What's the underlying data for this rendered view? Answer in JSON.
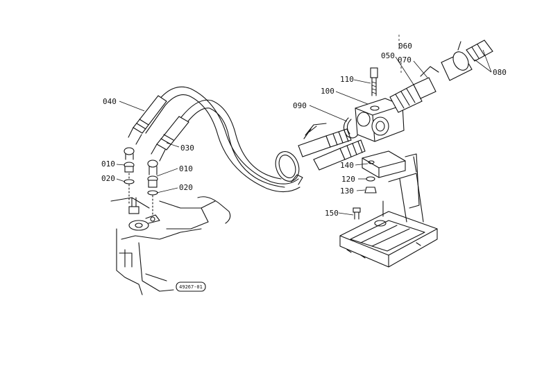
{
  "callouts": [
    {
      "id": "010",
      "label": "010"
    },
    {
      "id": "020",
      "label": "020"
    },
    {
      "id": "040",
      "label": "040"
    },
    {
      "id": "010b",
      "label": "010"
    },
    {
      "id": "020b",
      "label": "020"
    },
    {
      "id": "030",
      "label": "030"
    },
    {
      "id": "090",
      "label": "090"
    },
    {
      "id": "100",
      "label": "100"
    },
    {
      "id": "110",
      "label": "110"
    },
    {
      "id": "060",
      "label": "060"
    },
    {
      "id": "050",
      "label": "050"
    },
    {
      "id": "070",
      "label": "070"
    },
    {
      "id": "080",
      "label": "080"
    },
    {
      "id": "140",
      "label": "140"
    },
    {
      "id": "120",
      "label": "120"
    },
    {
      "id": "130",
      "label": "130"
    },
    {
      "id": "150",
      "label": "150"
    }
  ],
  "reference_code": "49267-01"
}
